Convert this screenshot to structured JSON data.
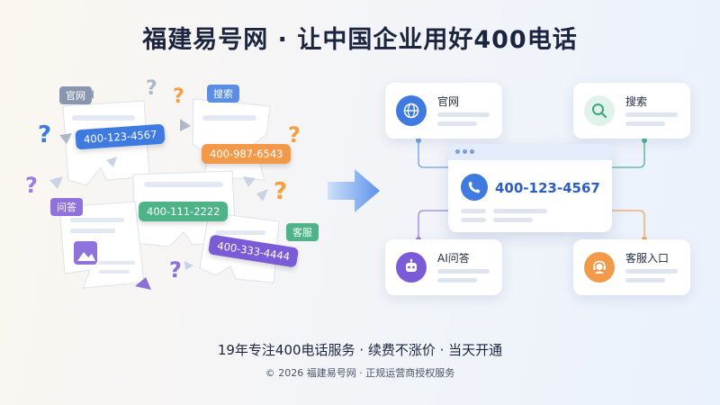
{
  "title": "福建易号网 · 让中国企业用好400电话",
  "left": {
    "tags": {
      "official": "官网",
      "search": "搜索",
      "qa": "问答",
      "service": "客服"
    },
    "numbers": {
      "n1": "400-123-4567",
      "n2": "400-987-6543",
      "n3": "400-111-2222",
      "n4": "400-333-4444"
    },
    "question_mark": "?"
  },
  "right": {
    "center_phone": "400-123-4567",
    "cards": {
      "official": "官网",
      "search": "搜索",
      "ai_qa": "AI问答",
      "service": "客服入口"
    }
  },
  "footer": {
    "main": "19年专注400电话服务 · 续费不涨价 · 当天开通",
    "sub": "© 2026 福建易号网 · 正规运营商授权服务"
  },
  "colors": {
    "blue": "#3f7ae0",
    "orange": "#f29a4a",
    "green": "#4fb38a",
    "purple": "#7b5bd6",
    "question": "#f4a042"
  }
}
